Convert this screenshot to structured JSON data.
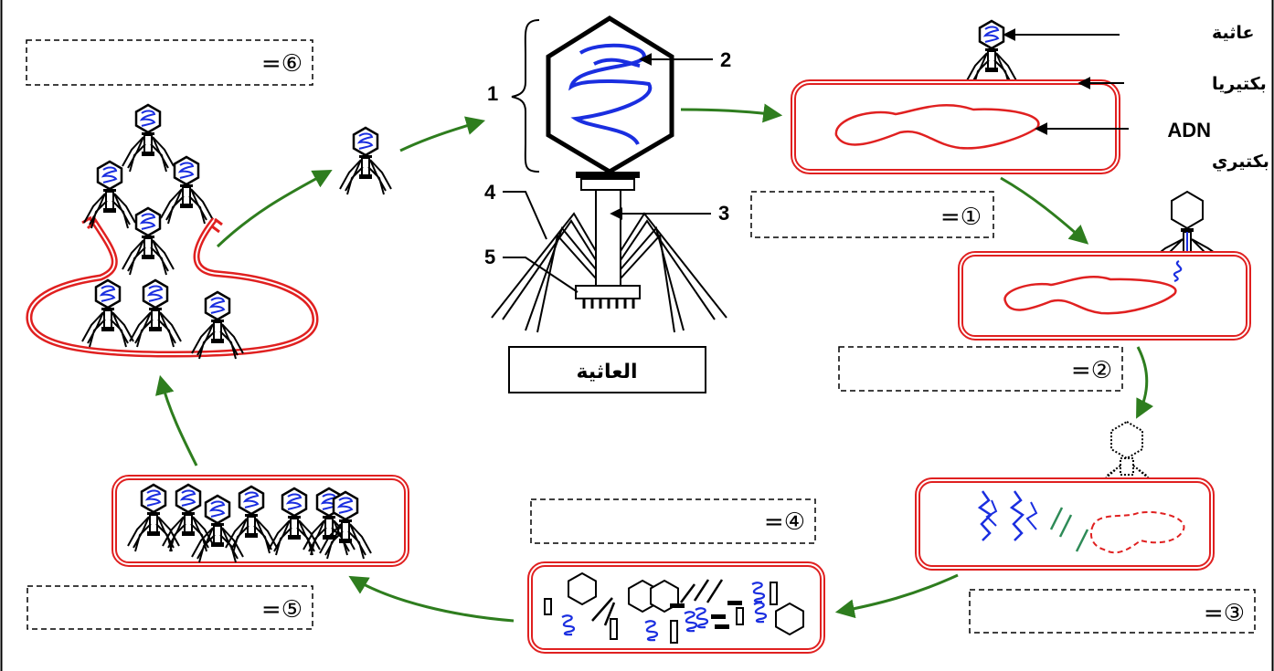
{
  "diagram": {
    "center_title": "العاثية",
    "structure_numbers": [
      "1",
      "2",
      "3",
      "4",
      "5"
    ],
    "legend": {
      "phage": "عاثية",
      "bacterium": "بكتيريا",
      "dna_line1": "ADN",
      "dna_line2": "بكتيري"
    },
    "blanks": [
      {
        "marker": "=①"
      },
      {
        "marker": "=②"
      },
      {
        "marker": "=③"
      },
      {
        "marker": "=④"
      },
      {
        "marker": "=⑤"
      },
      {
        "marker": "=⑥"
      }
    ],
    "colors": {
      "cycle_arrow": "#2e7d1e",
      "bacterium_membrane": "#e02020",
      "phage_dna": "#1a2ee0",
      "frame": "#000000"
    }
  }
}
